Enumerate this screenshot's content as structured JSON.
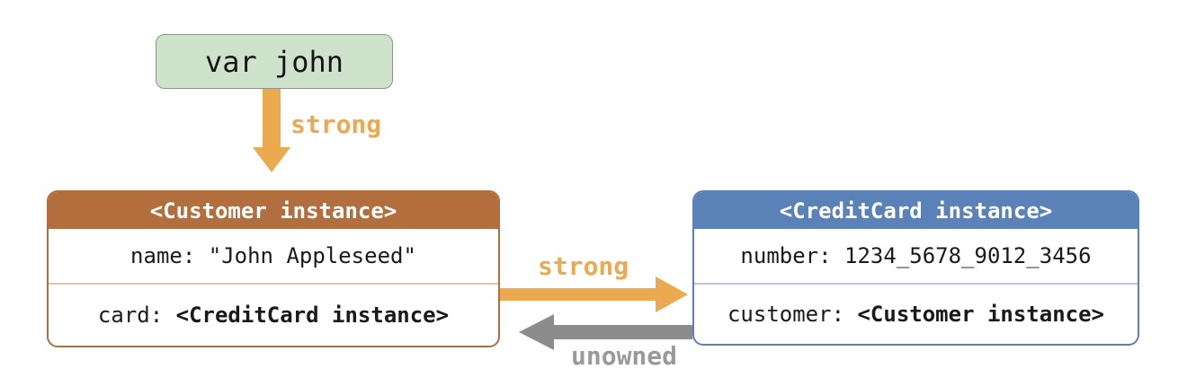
{
  "var_box": {
    "label": "var john"
  },
  "customer_box": {
    "header": "<Customer instance>",
    "name_row": "name: \"John Appleseed\"",
    "card_row_prefix": "card: ",
    "card_row_value": "<CreditCard instance>"
  },
  "creditcard_box": {
    "header": "<CreditCard instance>",
    "number_row": "number: 1234_5678_9012_3456",
    "customer_row_prefix": "customer: ",
    "customer_row_value": "<Customer instance>"
  },
  "references": {
    "var_to_customer": {
      "label": "strong",
      "type": "strong",
      "direction": "down"
    },
    "customer_to_card": {
      "label": "strong",
      "type": "strong",
      "direction": "right"
    },
    "card_to_customer": {
      "label": "unowned",
      "type": "unowned",
      "direction": "left"
    }
  },
  "colors": {
    "strong_arrow": "#EBA950",
    "unowned_arrow": "#8C8C8C",
    "unowned_label": "#9A9A9A",
    "customer_header": "#B26E3D",
    "customer_divider": "#E3C6A9",
    "creditcard_header": "#5B82B8",
    "creditcard_divider": "#B5C7E2",
    "var_box_fill": "#CFE2CC",
    "var_box_border": "#8B958B",
    "background": "#FFFFFF"
  }
}
